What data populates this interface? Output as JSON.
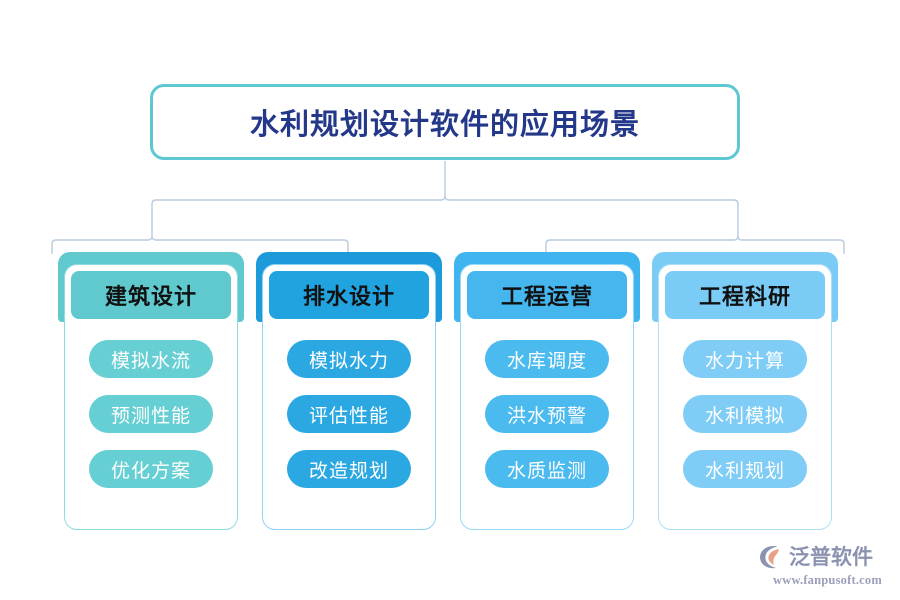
{
  "title": {
    "text": "水利规划设计软件的应用场景",
    "text_color": "#24388a",
    "border_color": "#5ec8d2"
  },
  "colors": {
    "background": "#ffffff",
    "connector": "#b9cbdd",
    "column_1_accent": "#5fc9ce",
    "column_2_accent": "#21a3df",
    "column_3_accent": "#45b7ee",
    "column_4_accent": "#7accf7"
  },
  "columns": [
    {
      "header": "建筑设计",
      "accent": "#5fc9ce",
      "plate": "#5fc9ce",
      "card_border": "#8fdcdd",
      "pill": "#66cfd4",
      "items": [
        "模拟水流",
        "预测性能",
        "优化方案"
      ]
    },
    {
      "header": "排水设计",
      "accent": "#21a3df",
      "plate": "#1d9ad9",
      "card_border": "#8fd2f2",
      "pill": "#2ba8e2",
      "items": [
        "模拟水力",
        "评估性能",
        "改造规划"
      ]
    },
    {
      "header": "工程运营",
      "accent": "#45b7ee",
      "plate": "#3fb4ee",
      "card_border": "#9ad9f6",
      "pill": "#4bbaef",
      "items": [
        "水库调度",
        "洪水预警",
        "水质监测"
      ]
    },
    {
      "header": "工程科研",
      "accent": "#7accf7",
      "plate": "#7accf7",
      "card_border": "#addff9",
      "pill": "#7fcdf7",
      "items": [
        "水力计算",
        "水利模拟",
        "水利规划"
      ]
    }
  ],
  "logo": {
    "name": "泛普软件",
    "url": "www.fanpusoft.com",
    "mark_arc_color": "#8c93b0",
    "mark_leaf_color": "#e8a187"
  }
}
